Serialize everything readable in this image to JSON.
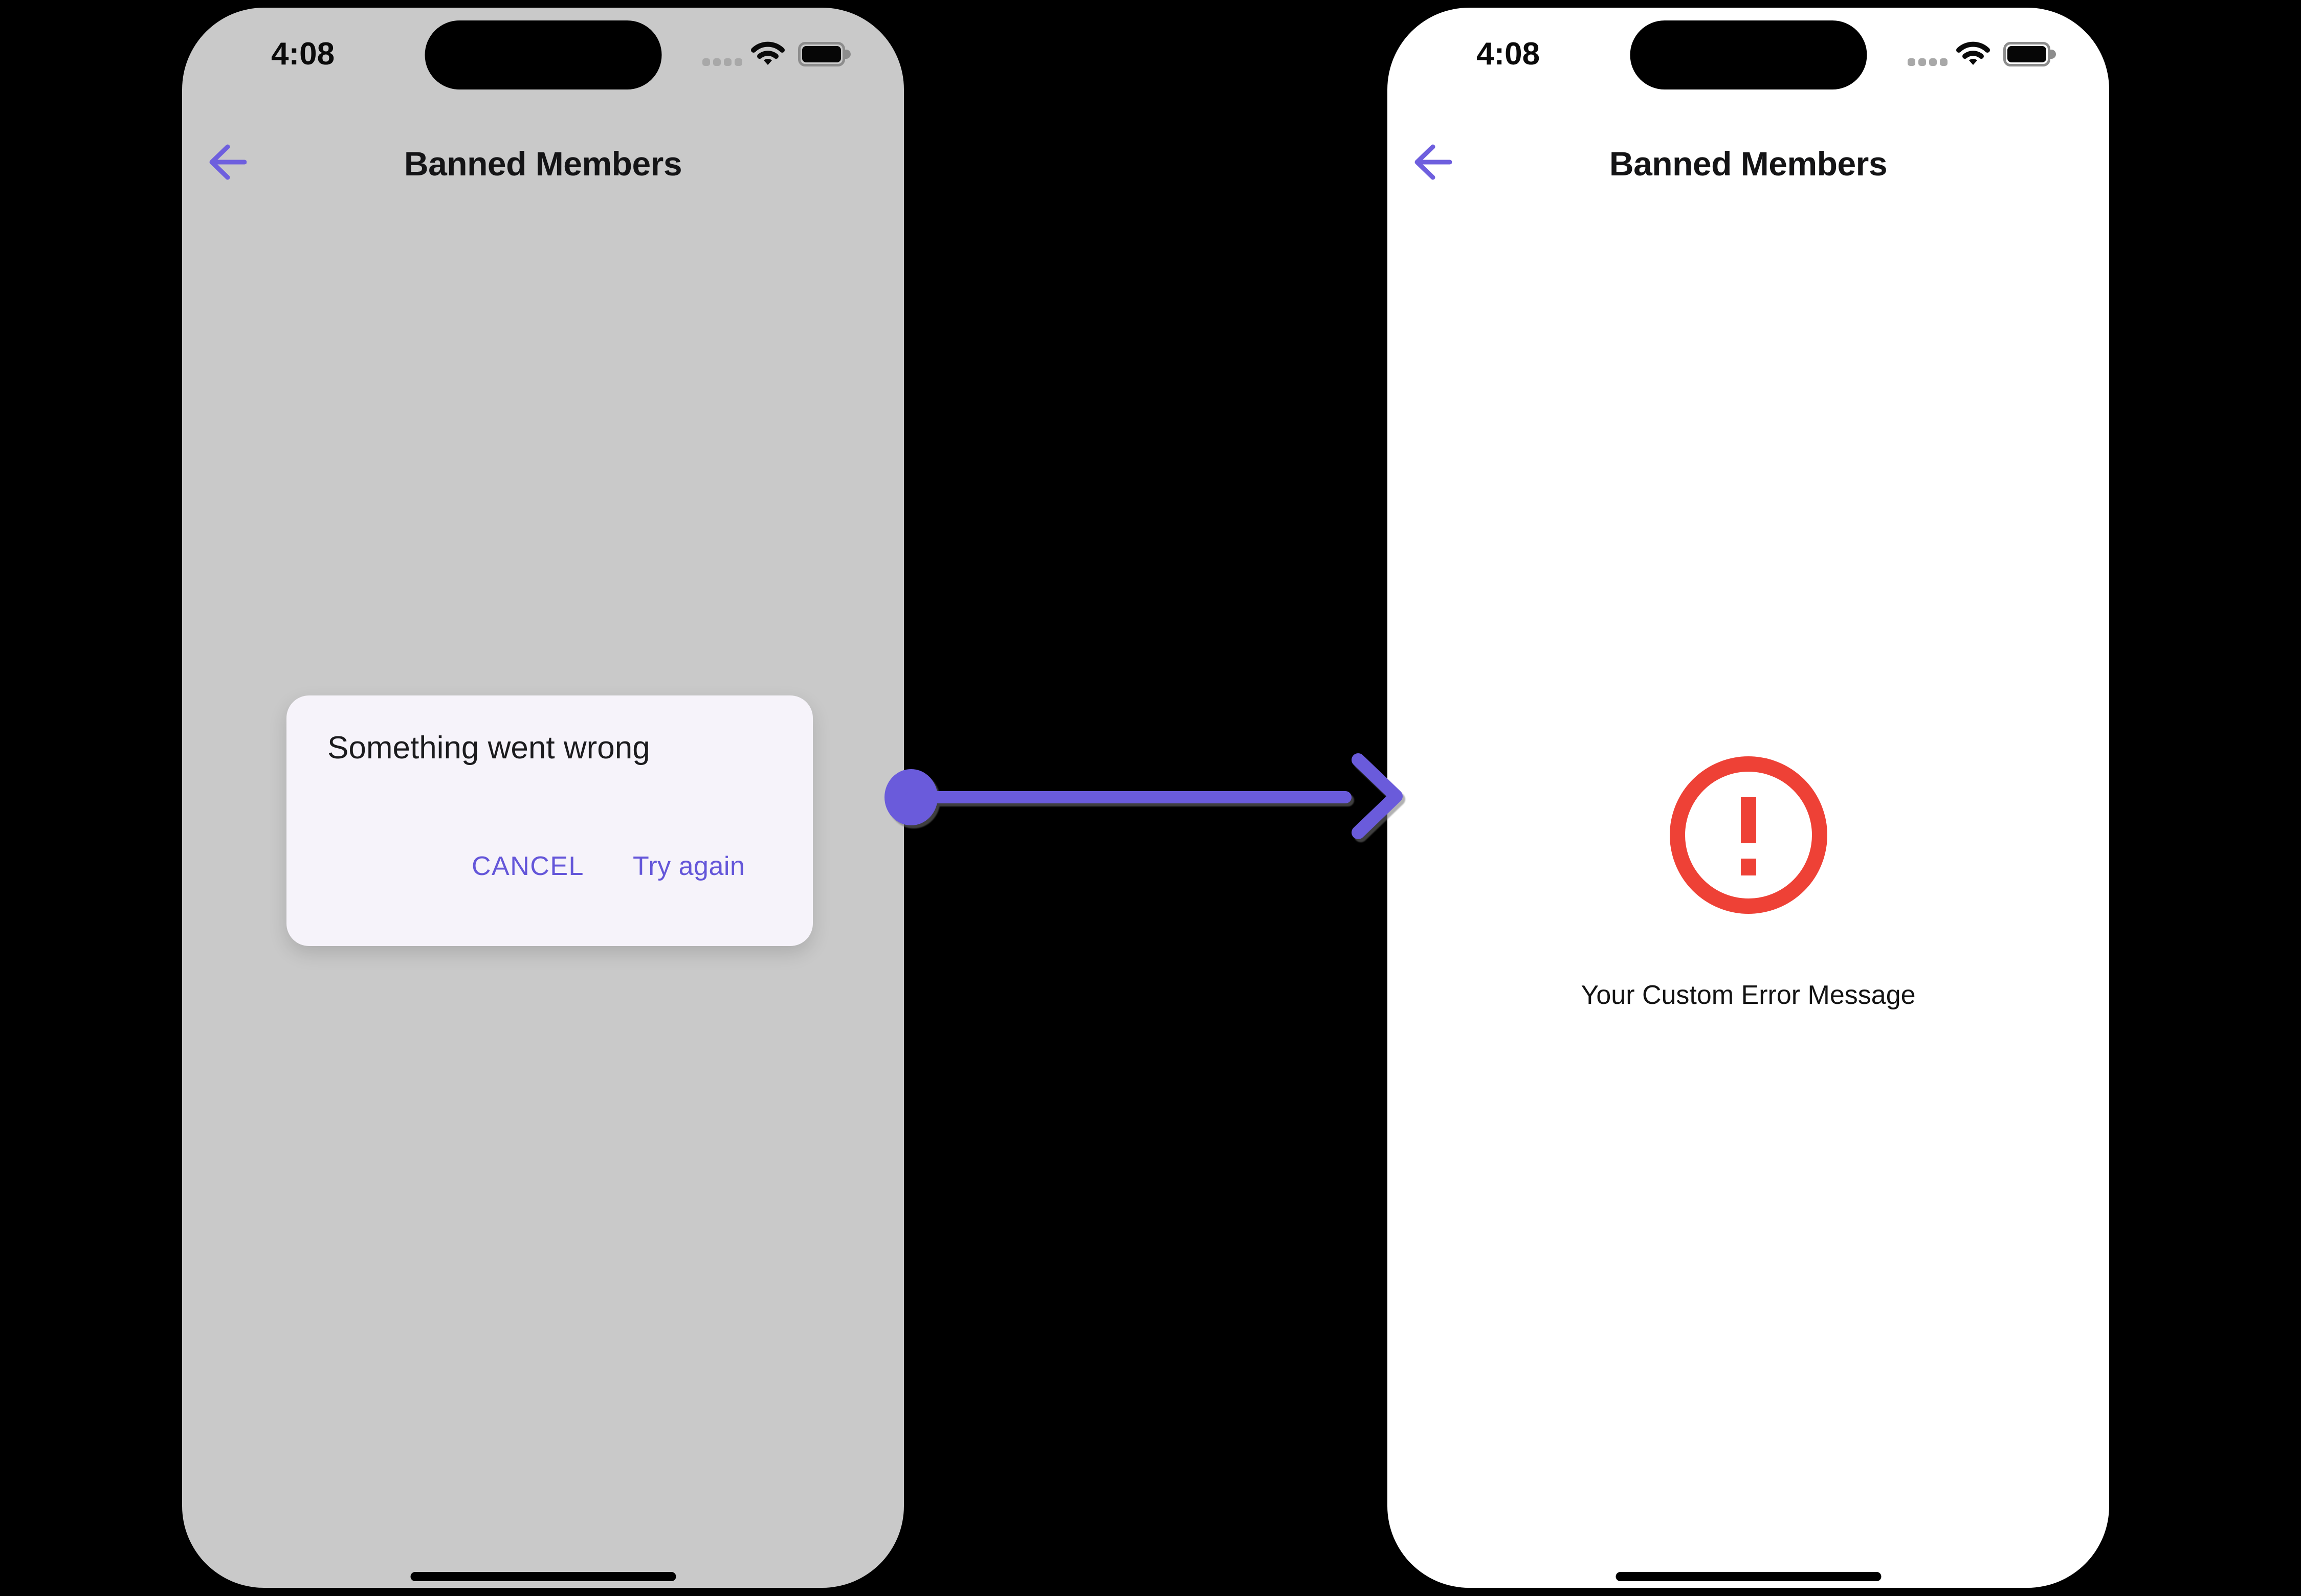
{
  "colors": {
    "canvas_background": "#000000",
    "accent_purple": "#6456D9",
    "connector_purple": "#6A5BDB",
    "error_red": "#EE4136",
    "scrim_gray": "#C9C9C9",
    "screen_white": "#FFFFFF",
    "dialog_surface": "#F6F3FA"
  },
  "before": {
    "status_bar": {
      "time": "4:08",
      "icons": [
        "cellular-dots",
        "wifi",
        "battery-full"
      ]
    },
    "nav": {
      "back_icon": "back-arrow",
      "title": "Banned Members"
    },
    "dialog": {
      "title": "Something went wrong",
      "cancel_label": "CANCEL",
      "confirm_label": "Try again"
    }
  },
  "after": {
    "status_bar": {
      "time": "4:08",
      "icons": [
        "cellular-dots",
        "wifi",
        "battery-full"
      ]
    },
    "nav": {
      "back_icon": "back-arrow",
      "title": "Banned Members"
    },
    "error": {
      "icon": "alert-circle",
      "message": "Your Custom Error Message"
    }
  },
  "connector": {
    "icon": "arrow-right-with-dot"
  }
}
